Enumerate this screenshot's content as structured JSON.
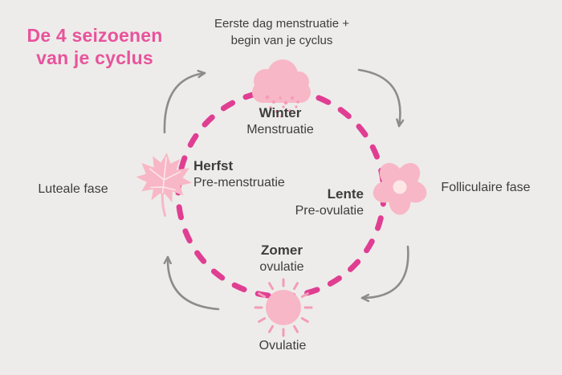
{
  "title": {
    "line1": "De 4 seizoenen",
    "line2": "van je cyclus"
  },
  "cycle_note": {
    "line1": "Eerste dag menstruatie +",
    "line2": "begin van je cyclus"
  },
  "seasons": {
    "winter": {
      "name": "Winter",
      "phase": "Menstruatie",
      "icon": "rain-cloud-icon"
    },
    "lente": {
      "name": "Lente",
      "phase": "Pre-ovulatie",
      "icon": "flower-icon"
    },
    "zomer": {
      "name": "Zomer",
      "phase": "ovulatie",
      "icon": "sun-icon"
    },
    "herfst": {
      "name": "Herfst",
      "phase": "Pre-menstruatie",
      "icon": "maple-leaf-icon"
    }
  },
  "outer_labels": {
    "left": "Luteale fase",
    "right": "Folliculaire fase",
    "bottom": "Ovulatie"
  },
  "cycle_direction": "clockwise",
  "colors": {
    "background": "#edecea",
    "title_pink": "#e8539b",
    "dashed_circle": "#e03e92",
    "icon_pink": "#f8b7c6",
    "icon_pink_deep": "#f49cb8",
    "icon_detail_light": "#fde7e6",
    "arrow_gray": "#8c8c8c",
    "text_dark": "#3d3d3d"
  }
}
